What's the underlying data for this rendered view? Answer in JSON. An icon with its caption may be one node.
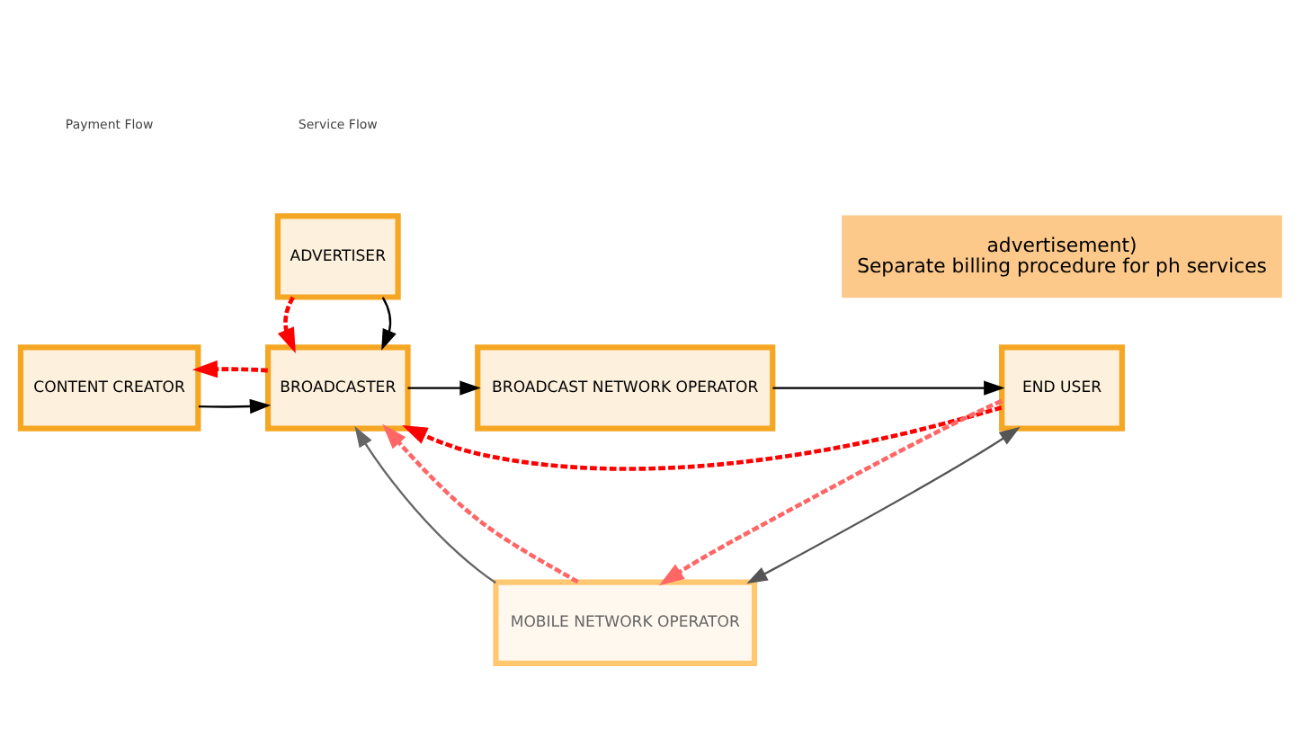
{
  "diagram": {
    "nodes": [
      {
        "text": [
          "ADVERTISER"
        ]
      },
      {
        "text": [
          "CONTENT CREATOR"
        ]
      },
      {
        "text": [
          "BROADCASTER"
        ]
      },
      {
        "text": [
          "BROADCAST NETWORK OPERATOR"
        ]
      },
      {
        "text": [
          "END USER"
        ]
      },
      {
        "text": [
          "MOBILE NETWORK OPERATOR"
        ]
      },
      {
        "text": [
          "advertisement)",
          "Separate billing procedure for ph services"
        ]
      }
    ],
    "edges": [
      {
        "from": 0,
        "to": 2,
        "arrow": "to",
        "color": "#000000"
      },
      {
        "from": 0,
        "to": 2,
        "arrow": "to",
        "style": "dashed",
        "color": "#ff0000"
      },
      {
        "from": 4,
        "to": 2,
        "arrow": "to",
        "style": "dashed",
        "color": "#ff0000"
      },
      {
        "from": 1,
        "to": 2,
        "arrow": "to",
        "color": "#000000"
      },
      {
        "from": 2,
        "to": 1,
        "arrow": "to",
        "style": "dashed",
        "color": "#ff0000"
      },
      {
        "from": 2,
        "to": 3,
        "arrow": "to",
        "color": "#000000"
      },
      {
        "from": 3,
        "to": 4,
        "arrow": "to",
        "color": "#000000"
      },
      {
        "from": 4,
        "to": 5,
        "arrow": "both",
        "color": "#555555"
      },
      {
        "from": 5,
        "to": 2,
        "arrow": "to",
        "color": "#666666"
      },
      {
        "from": 5,
        "to": 2,
        "arrow": "to",
        "style": "dashed",
        "color": "#ff6666"
      },
      {
        "from": 4,
        "to": 5,
        "arrow": "to",
        "style": "dashed",
        "color": "#ff6666"
      }
    ],
    "legend": [
      {
        "text": "Payment Flow"
      },
      {
        "text": "Service Flow"
      }
    ]
  }
}
